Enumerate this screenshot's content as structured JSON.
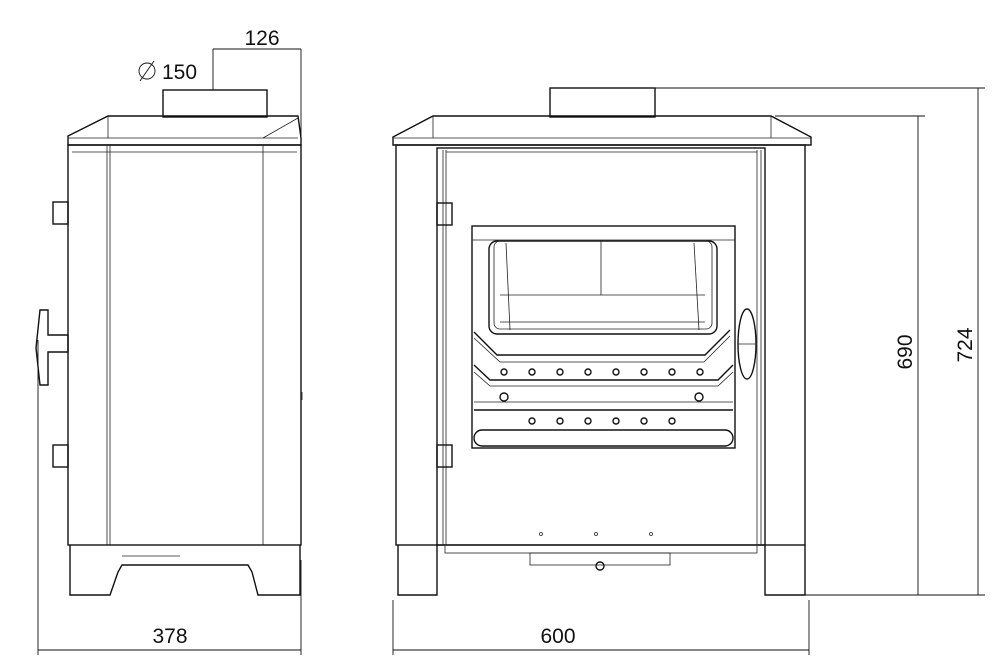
{
  "drawing": {
    "side_view": {
      "flue_offset": "126",
      "flue_diameter": "150",
      "depth": "378"
    },
    "front_view": {
      "width": "600",
      "height_body": "690",
      "height_total": "724"
    },
    "colors": {
      "line": "#111111",
      "background": "#ffffff"
    }
  }
}
